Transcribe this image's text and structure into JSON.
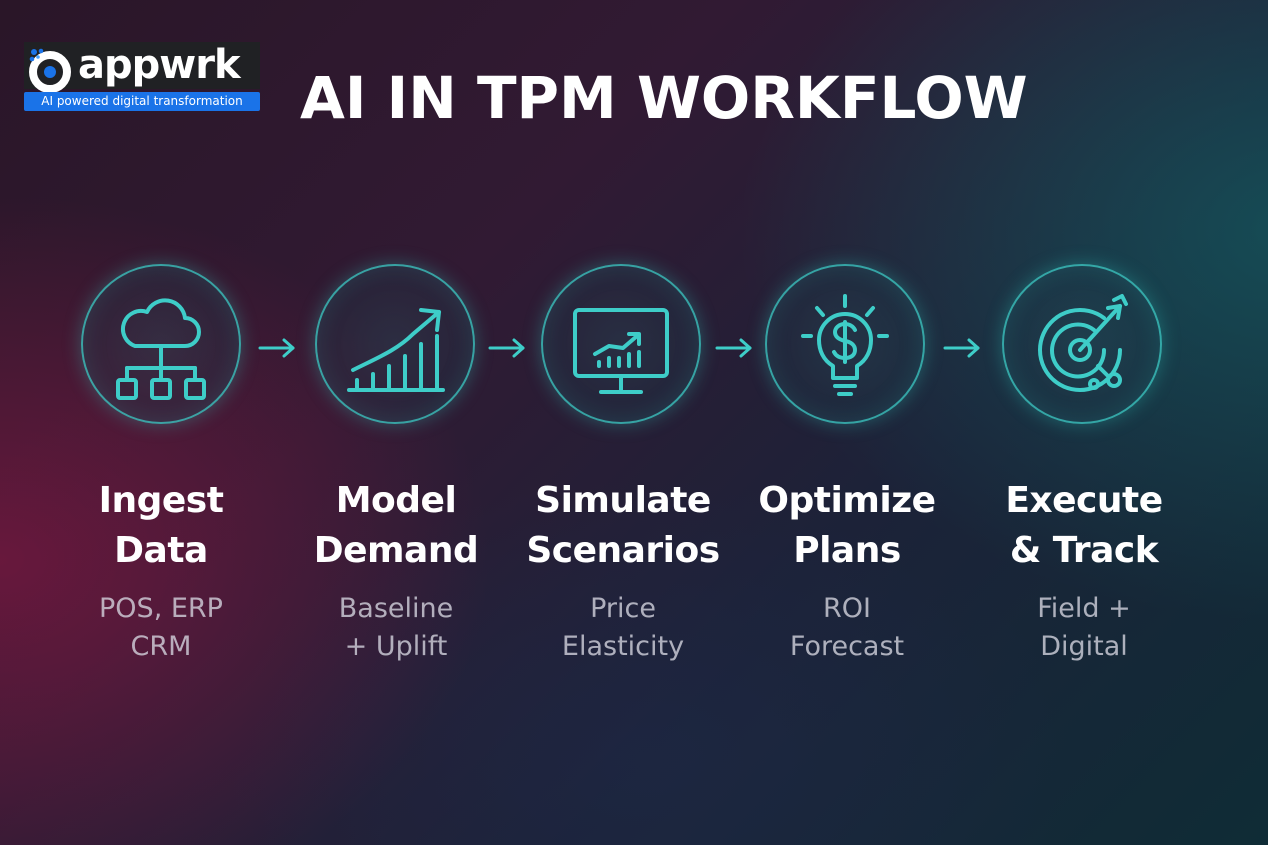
{
  "logo": {
    "name": "appwrk",
    "tagline": "AI powered digital transformation"
  },
  "title": "AI IN TPM WORKFLOW",
  "colors": {
    "accent": "#3ecdc8",
    "logo_blue": "#1a73e8"
  },
  "steps": [
    {
      "icon": "cloud-network-icon",
      "title_lines": [
        "Ingest",
        "Data"
      ],
      "sub_lines": [
        "POS, ERP",
        "CRM"
      ]
    },
    {
      "icon": "growth-chart-icon",
      "title_lines": [
        "Model",
        "Demand"
      ],
      "sub_lines": [
        "Baseline",
        "+ Uplift"
      ]
    },
    {
      "icon": "monitor-chart-icon",
      "title_lines": [
        "Simulate",
        "Scenarios"
      ],
      "sub_lines": [
        "Price",
        "Elasticity"
      ]
    },
    {
      "icon": "dollar-lightbulb-icon",
      "title_lines": [
        "Optimize",
        "Plans"
      ],
      "sub_lines": [
        "ROI",
        "Forecast"
      ]
    },
    {
      "icon": "target-arrow-icon",
      "title_lines": [
        "Execute",
        "& Track"
      ],
      "sub_lines": [
        "Field +",
        "Digital"
      ]
    }
  ]
}
